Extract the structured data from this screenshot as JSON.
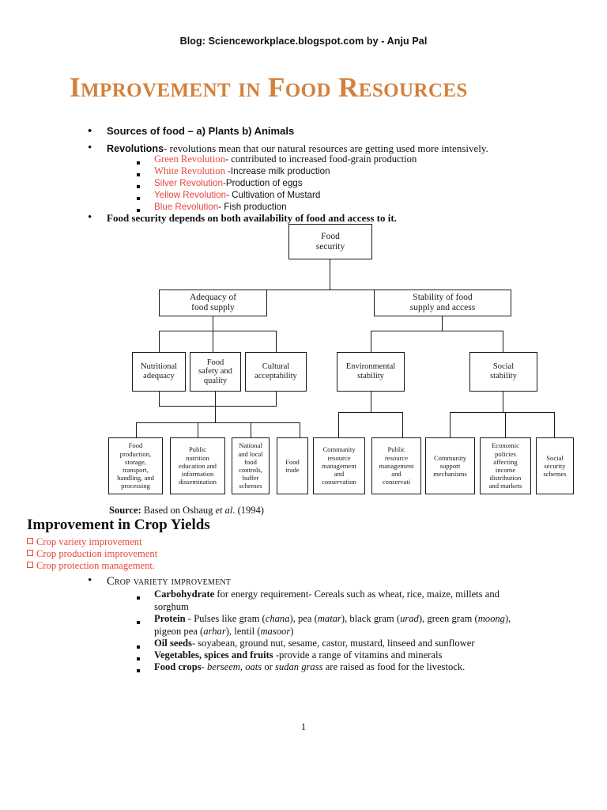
{
  "header": {
    "blog_line": "Blog: Scienceworkplace.blogspot.com by - Anju Pal"
  },
  "title": "Improvement in Food Resources",
  "colors": {
    "title_orange": "#D4813B",
    "accent_red": "#E8463C",
    "text": "#111111"
  },
  "bullets": {
    "sources_of_food": "Sources of food – a) Plants  b) Animals",
    "revolutions_label": "Revolutions",
    "revolutions_text": "- revolutions mean that our natural resources are getting used more intensively.",
    "revolution_items": [
      {
        "name": "Green Revolution",
        "desc": "- contributed to increased food-grain production",
        "font": "serif"
      },
      {
        "name": "White Revolution ",
        "desc": "-Increase milk production",
        "font": "sans"
      },
      {
        "name": " Silver Revolution",
        "desc": "-Production of eggs",
        "font": "sans"
      },
      {
        "name": "Yellow Revolution",
        "desc": "- Cultivation of Mustard",
        "font": "sans"
      },
      {
        "name": "Blue Revolution",
        "desc": "- Fish production",
        "font": "sans"
      }
    ],
    "food_security_line": "Food security depends on both availability of food and access to it."
  },
  "flowchart": {
    "root": "Food\nsecurity",
    "level2": [
      "Adequacy of\nfood supply",
      "Stability of food\nsupply and access"
    ],
    "level3": [
      "Nutritional\nadequacy",
      "Food\nsafety and\nquality",
      "Cultural\nacceptability",
      "Environmental\nstability",
      "Social\nstability"
    ],
    "leaves": [
      "Food\nproduction,\nstorage,\ntransport,\nhandling, and\nprocessing",
      "Public\nnutrition\neducation and\ninformation\ndissemination",
      "National\nand local\nfood\ncontrols,\nbuffer\nschemes",
      "Food\ntrade",
      "Community\nresource\nmanagement\nand\nconservation",
      "Public\nresource\nmanagement\nand\nconservati",
      "Community\nsupport\nmechanisms",
      "Economic\npolicies\naffecting\nincome\ndistribution\nand markets",
      "Social\nsecurity\nschemes"
    ],
    "source_label": "Source:",
    "source_text_a": " Based on Oshaug ",
    "source_text_b": "et al",
    "source_text_c": ". (1994)"
  },
  "crop_yields": {
    "heading": "Improvement in Crop Yields",
    "red_items": [
      "Crop variety improvement",
      "Crop production improvement",
      "Crop protection management."
    ],
    "section_title": "Crop variety improvement",
    "items": [
      {
        "label": "Carbohydrate",
        "text": " for energy requirement-  Cereals such as wheat, rice, maize, millets and sorghum"
      },
      {
        "label": "Protein",
        "text": " -  Pulses like gram (chana), pea (matar), black gram (urad), green gram (moong), pigeon pea (arhar), lentil (masoor)"
      },
      {
        "label": "Oil seeds",
        "text": "- soyabean, ground nut, sesame, castor, mustard, linseed and sunflower"
      },
      {
        "label": "Vegetables, spices and fruits",
        "text": " -provide a range of vitamins and minerals"
      },
      {
        "label": "Food crops",
        "text": "-  berseem, oats or sudan grass are raised as food for the livestock."
      }
    ]
  },
  "footer": {
    "page_number": "1"
  }
}
